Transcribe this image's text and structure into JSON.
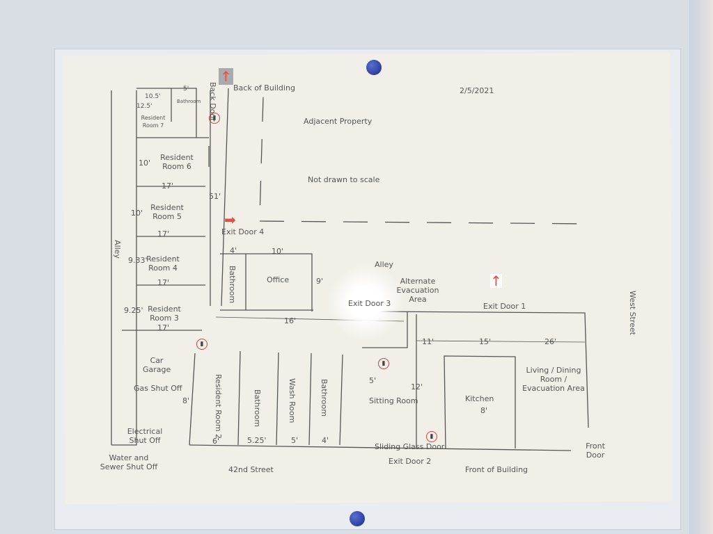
{
  "plan": {
    "date": "2/5/2021",
    "back_of_building": "Back of Building",
    "back_door": "Back Door",
    "adjacent_property": "Adjacent Property",
    "not_to_scale": "Not drawn to scale",
    "alley_left": "Alley",
    "alley_center": "Alley",
    "west_street": "West Street",
    "street_42": "42nd Street",
    "front_of_building": "Front of Building",
    "front_door": "Front Door",
    "exit_door_1": "Exit Door 1",
    "exit_door_2": "Exit Door 2",
    "exit_door_3": "Exit Door 3",
    "exit_door_4": "Exit Door 4",
    "sliding_glass_door": "Sliding Glass Door",
    "alternate_evacuation": "Alternate Evacuation Area",
    "rooms": {
      "bathroom_top": "Bathroom",
      "room7": "Resident Room 7",
      "room6": "Resident Room 6",
      "room5": "Resident Room 5",
      "room4": "Resident Room 4",
      "room3": "Resident Room 3",
      "room2": "Resident Room 2",
      "car_garage": "Car Garage",
      "bathroom_office": "Bathroom",
      "office": "Office",
      "bathroom_2": "Bathroom",
      "wash_room": "Wash Room",
      "bathroom_3": "Bathroom",
      "sitting_room": "Sitting Room",
      "kitchen": "Kitchen",
      "living": "Living / Dining Room / Evacuation Area"
    },
    "shutoffs": {
      "gas": "Gas Shut Off",
      "electrical": "Electrical Shut Off",
      "water": "Water and Sewer Shut Off"
    },
    "dims": {
      "d5": "5'",
      "d10_5": "10.5'",
      "d12_5": "12.5'",
      "d10a": "10'",
      "d17a": "17'",
      "d10b": "10'",
      "d17b": "17'",
      "d9_33": "9.33'",
      "d17c": "17'",
      "d9_25": "9.25'",
      "d17d": "17'",
      "d51": "51'",
      "d4": "4'",
      "d10c": "10'",
      "d9": "9'",
      "d16": "16'",
      "d11": "11'",
      "d15": "15'",
      "d26": "26'",
      "d5b": "5'",
      "d12": "12'",
      "d8k": "8'",
      "d8": "8'",
      "d6": "6'",
      "d5_25": "5.25'",
      "d5c": "5'",
      "d4b": "4'"
    },
    "icons": [
      "fire-extinguisher-icon",
      "exit-arrow-icon",
      "push-pin-icon"
    ]
  }
}
